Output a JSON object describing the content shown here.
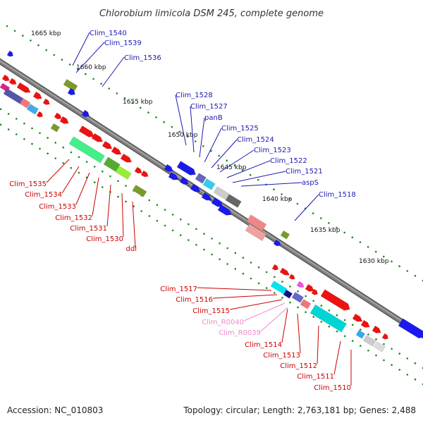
{
  "title": "Chlorobium limicola DSM 245, complete genome",
  "footer": {
    "accession": "Accession: NC_010803",
    "summary": "Topology: circular; Length: 2,763,181 bp; Genes: 2,488"
  },
  "colors": {
    "backbone": "#808080",
    "upper_label": "#1a1ab4",
    "lower_label": "#cc0000",
    "rna_label": "#ee88cc",
    "dot_track": "#1a8a1a"
  },
  "scale_ticks": [
    "1665 kbp",
    "1660 kbp",
    "1655 kbp",
    "1650 kbp",
    "1645 kbp",
    "1640 kbp",
    "1635 kbp",
    "1630 kbp"
  ],
  "upper_labels": [
    "Clim_1540",
    "Clim_1539",
    "Clim_1536",
    "Clim_1528",
    "Clim_1527",
    "panB",
    "Clim_1525",
    "Clim_1524",
    "Clim_1523",
    "Clim_1522",
    "Clim_1521",
    "aspS",
    "Clim_1518"
  ],
  "lower_labels": [
    "Clim_1535",
    "Clim_1534",
    "Clim_1533",
    "Clim_1532",
    "Clim_1531",
    "Clim_1530",
    "ddl",
    "Clim_1517",
    "Clim_1516",
    "Clim_1515",
    "Clim_R0040",
    "Clim_R0039",
    "Clim_1514",
    "Clim_1513",
    "Clim_1512",
    "Clim_1511",
    "Clim_1510"
  ]
}
